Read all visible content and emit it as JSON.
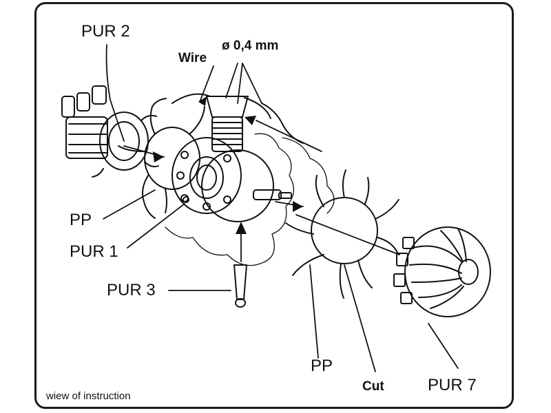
{
  "labels": {
    "pur2": "PUR 2",
    "wire": "Wire",
    "diameter": "ø 0,4 mm",
    "pp_left": "PP",
    "pur1": "PUR 1",
    "pur3": "PUR 3",
    "pp_bottom": "PP",
    "cut": "Cut",
    "pur7": "PUR 7"
  },
  "caption": "wiew of instruction",
  "colors": {
    "ink": "#111111",
    "background": "#ffffff"
  }
}
